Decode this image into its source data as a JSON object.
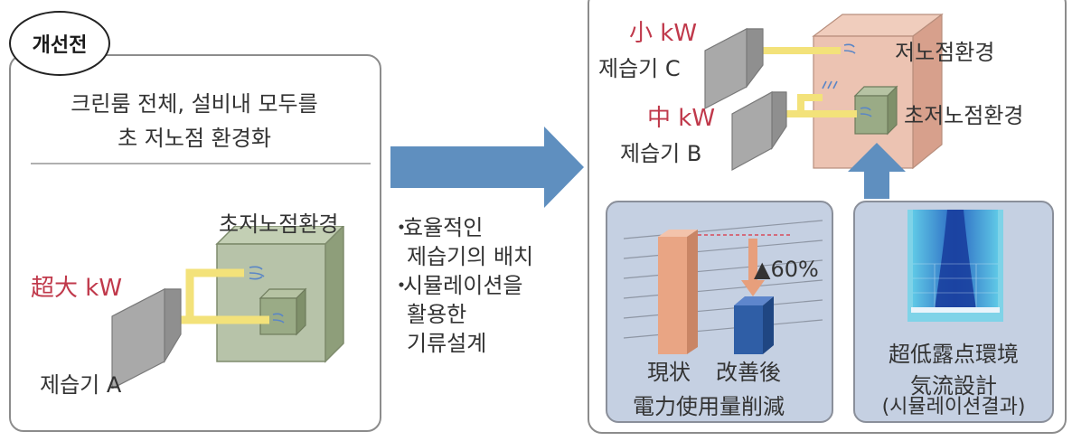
{
  "before": {
    "badge": "개선전",
    "headline_line1": "크린룸 전체, 설비내 모두를",
    "headline_line2": "초 저노점 환경화",
    "env_label": "초저노점환경",
    "kw_label": "超大 kW",
    "dehumidifier_label": "제습기 A"
  },
  "arrow_bullets": {
    "bullet_char": "・",
    "item1_line1": "효율적인",
    "item1_line2": "제습기의 배치",
    "item2_line1": "시뮬레이션을",
    "item2_line2": "활용한",
    "item2_line3": "기류설계"
  },
  "after": {
    "kw_small": "小 kW",
    "dehumidifier_c": "제습기 C",
    "env_low": "저노점환경",
    "kw_mid": "中 kW",
    "dehumidifier_b": "제습기 B",
    "env_ultra": "초저노점환경",
    "power_panel": {
      "reduction": "▲60%",
      "current_label": "現状",
      "improved_label": "改善後",
      "caption": "電力使用量削減"
    },
    "sim_panel": {
      "title_line1": "超低露点環境",
      "title_line2": "気流設計",
      "caption": "(시뮬레이션결과)"
    }
  },
  "colors": {
    "kw_red": "#c0394b",
    "arrow_blue": "#5f8fbf",
    "duct_yellow": "#f3e27a",
    "room_green": "#aab99a",
    "room_peach": "#e9b8a4",
    "bar_current": "#e9a584",
    "bar_improved": "#2f5ea6",
    "panel_blue": "#c5d0e2"
  }
}
